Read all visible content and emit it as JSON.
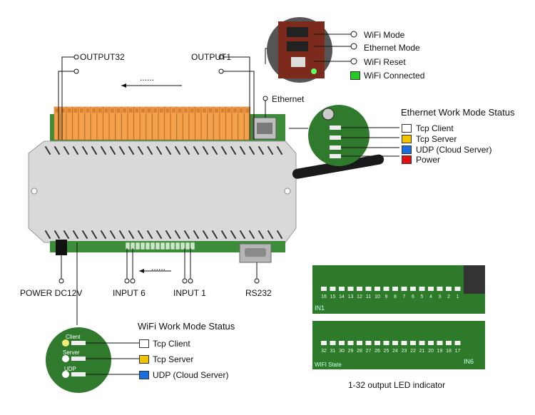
{
  "labels": {
    "output32": "OUTPUT32",
    "output1": "OUTPUT1",
    "dots_top": "......",
    "dots_bottom": "......",
    "ethernet": "Ethernet",
    "power": "POWER DC12V",
    "input6": "INPUT 6",
    "input1": "INPUT 1",
    "rs232": "RS232"
  },
  "top_right_legend": {
    "items": [
      {
        "label": "WiFi Mode"
      },
      {
        "label": "Ethernet Mode"
      },
      {
        "label": "WiFi Reset"
      },
      {
        "label": "WiFi Connected",
        "color": "#22cc22"
      }
    ]
  },
  "ethernet_status": {
    "title": "Ethernet Work Mode Status",
    "items": [
      {
        "label": "Tcp Client",
        "color": "#ffffff"
      },
      {
        "label": "Tcp Server",
        "color": "#f2c300"
      },
      {
        "label": "UDP (Cloud Server)",
        "color": "#1a6fe0"
      },
      {
        "label": "Power",
        "color": "#e01010"
      }
    ]
  },
  "wifi_status": {
    "title": "WiFi Work Mode Status",
    "items": [
      {
        "label": "Tcp Client",
        "color": "#ffffff"
      },
      {
        "label": "Tcp Server",
        "color": "#f2c300"
      },
      {
        "label": "UDP (Cloud Server)",
        "color": "#1a6fe0"
      }
    ],
    "silk": [
      "Client",
      "Server",
      "UDP"
    ]
  },
  "led_panel": {
    "caption": "1-32 output LED indicator",
    "row1_numbers": [
      "16",
      "15",
      "14",
      "13",
      "12",
      "11",
      "10",
      "9",
      "8",
      "7",
      "6",
      "5",
      "4",
      "3",
      "2",
      "1"
    ],
    "row2_numbers": [
      "32",
      "31",
      "30",
      "29",
      "28",
      "27",
      "26",
      "25",
      "24",
      "23",
      "22",
      "21",
      "20",
      "19",
      "18",
      "17"
    ],
    "row1_tag": "IN1",
    "row2_tag": "IN6",
    "row2_sub": "WIFI State"
  }
}
